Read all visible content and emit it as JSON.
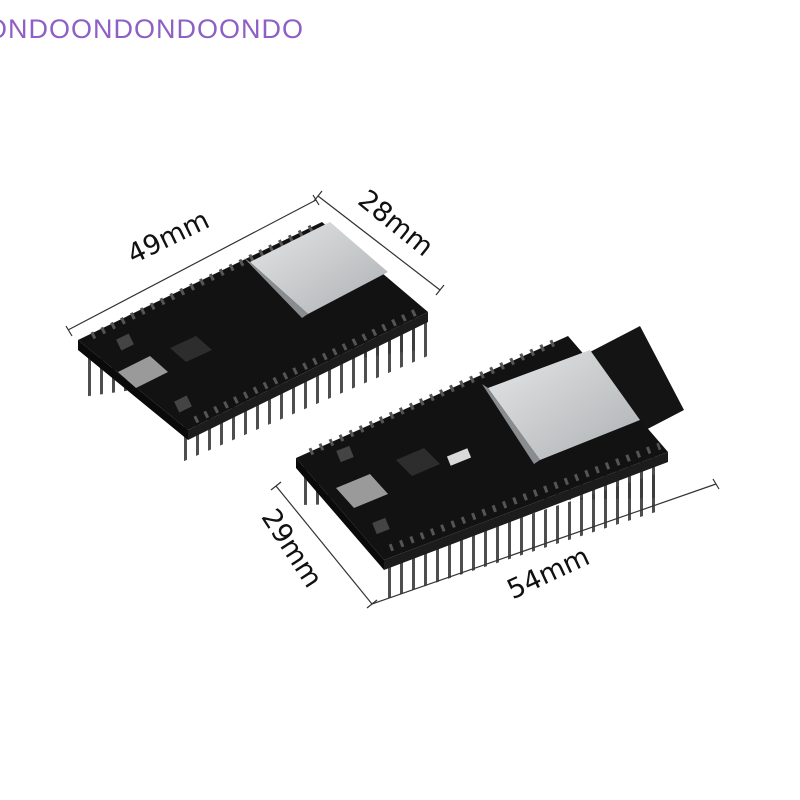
{
  "watermark": "ONDOONDONDOONDO",
  "dimensions": {
    "board1_length": "49mm",
    "board1_width": "28mm",
    "board2_width": "29mm",
    "board2_length": "54mm"
  },
  "colors": {
    "watermark": "#8e5fc4",
    "pcb": "#121212",
    "shield": "#c9cbcc",
    "pins": "#2a2a2a"
  }
}
